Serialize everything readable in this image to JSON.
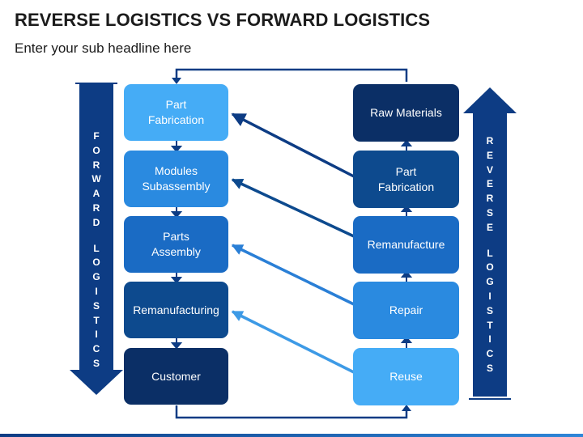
{
  "header": {
    "title": "REVERSE LOGISTICS VS FORWARD LOGISTICS",
    "subtitle": "Enter your sub headline here"
  },
  "forward": {
    "label_words": [
      "FORWARD",
      "LOGISTICS"
    ],
    "steps": [
      "Part\nFabrication",
      "Modules\nSubassembly",
      "Parts\nAssembly",
      "Remanufacturing",
      "Customer"
    ]
  },
  "reverse": {
    "label_words": [
      "REVERSE",
      "LOGISTICS"
    ],
    "steps": [
      "Raw Materials",
      "Part\nFabrication",
      "Remanufacture",
      "Repair",
      "Reuse"
    ]
  },
  "colors": {
    "dark_navy": "#0b2f66",
    "navy": "#0d4a8e",
    "mid_blue": "#1a6bc4",
    "blue": "#2a8ae0",
    "light_blue": "#45acf6",
    "arrow_band": "#0d3c84"
  }
}
